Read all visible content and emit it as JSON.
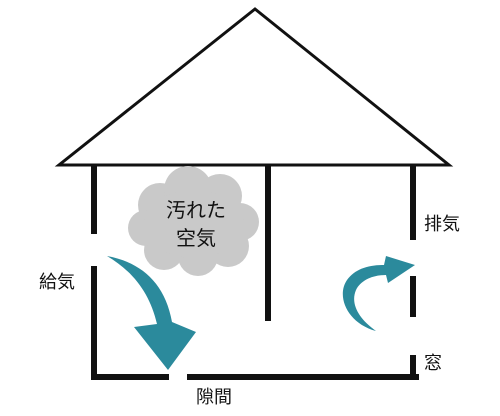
{
  "labels": {
    "supply": "給気",
    "exhaust": "排気",
    "window": "窓",
    "gap": "隙間",
    "dirty_air_line1": "汚れた",
    "dirty_air_line2": "空気"
  },
  "colors": {
    "wall": "#111111",
    "arrow": "#2b8a9c",
    "cloud": "#c9c9c9",
    "background": "#ffffff"
  }
}
